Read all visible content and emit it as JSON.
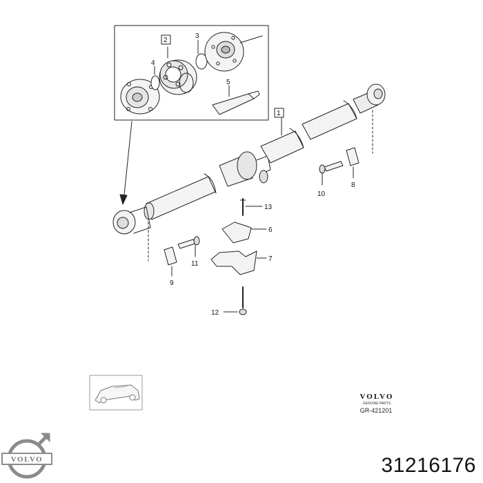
{
  "callouts": {
    "c1": "1",
    "c2": "2",
    "c3": "3",
    "c4": "4",
    "c5": "5",
    "c6": "6",
    "c7": "7",
    "c8": "8",
    "c9": "9",
    "c10": "10",
    "c11": "11",
    "c12": "12",
    "c13": "13"
  },
  "brand": {
    "wordmark": "VOLVO",
    "sub": "GENUINE PARTS",
    "ref": "GR-421201",
    "logo_text": "VOLVO"
  },
  "part_number": "31216176"
}
